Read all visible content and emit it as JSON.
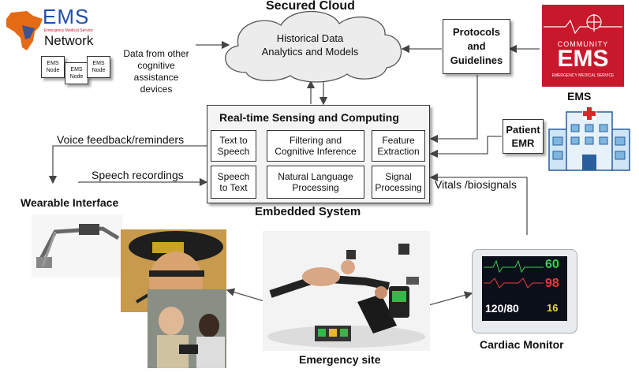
{
  "cloud": {
    "title": "Secured Cloud",
    "line1": "Historical Data",
    "line2": "Analytics and Models"
  },
  "ems_logo": {
    "text": "EMS",
    "subtitle": "Emergency Medical Service",
    "network": "Network"
  },
  "nodes": [
    "EMS Node",
    "EMS Node",
    "EMS Node"
  ],
  "other_devices": {
    "line1": "Data from other",
    "line2": "cognitive",
    "line3": "assistance",
    "line4": "devices"
  },
  "protocols": {
    "line1": "Protocols",
    "line2": "and",
    "line3": "Guidelines"
  },
  "community_ems": {
    "top": "COMMUNITY",
    "main": "EMS",
    "sub": "EMERGENCY MEDICAL SERVICE",
    "caption": "EMS"
  },
  "embedded": {
    "title": "Real-time Sensing and Computing",
    "caption": "Embedded System",
    "text_to_speech": [
      "Text to",
      "Speech"
    ],
    "filtering": [
      "Filtering and",
      "Cognitive Inference"
    ],
    "feature": [
      "Feature",
      "Extraction"
    ],
    "speech_to_text": [
      "Speech",
      "to Text"
    ],
    "nlp": [
      "Natural Language",
      "Processing"
    ],
    "signal": [
      "Signal",
      "Processing"
    ]
  },
  "patient_emr": {
    "line1": "Patient",
    "line2": "EMR"
  },
  "labels": {
    "voice_feedback": "Voice feedback/reminders",
    "speech_recordings": "Speech recordings",
    "vitals": "Vitals /biosignals",
    "wearable": "Wearable Interface",
    "emergency_site": "Emergency site",
    "cardiac_monitor": "Cardiac Monitor"
  },
  "monitor": {
    "hr": "60",
    "spo2": "98",
    "bp": "120/80",
    "rr": "16"
  },
  "colors": {
    "ems_blue": "#1f4fa8",
    "ems_red": "#c8182c",
    "cloud_fill": "#ececec",
    "box_border": "#333333"
  }
}
